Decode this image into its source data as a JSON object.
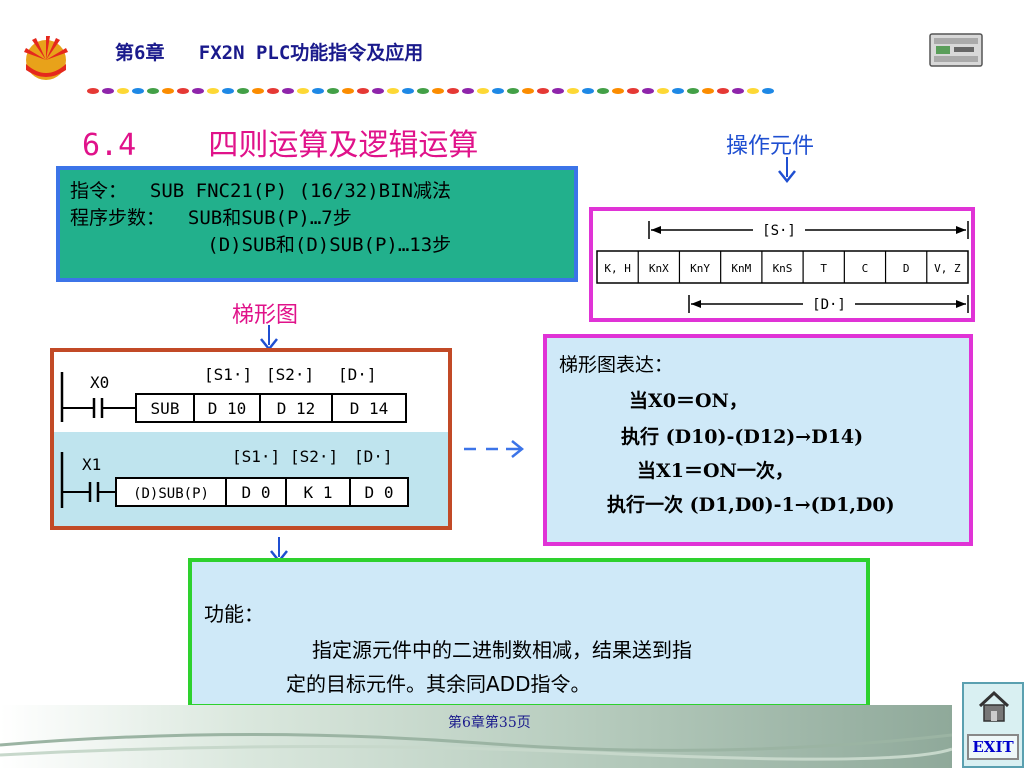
{
  "header": {
    "chapter_title": "第6章   FX2N PLC功能指令及应用"
  },
  "section": {
    "title": "6.4    四则运算及逻辑运算"
  },
  "instruction": {
    "line1": "指令：  SUB FNC21(P) (16/32)BIN减法",
    "line2": "程序步数：  SUB和SUB(P)…7步",
    "line3": "            (D)SUB和(D)SUB(P)…13步"
  },
  "operand": {
    "label": "操作元件",
    "s_range": "[S·]",
    "d_range": "[D·]",
    "cells": [
      "K, H",
      "KnX",
      "KnY",
      "KnM",
      "KnS",
      "T",
      "C",
      "D",
      "V, Z"
    ]
  },
  "ladder": {
    "label": "梯形图",
    "rung1": {
      "contact": "X0",
      "headers": [
        "[S1·]",
        "[S2·]",
        "[D·]"
      ],
      "cells": [
        "SUB",
        "D 10",
        "D 12",
        "D 14"
      ]
    },
    "rung2": {
      "contact": "X1",
      "headers": [
        "[S1·]",
        "[S2·]",
        "[D·]"
      ],
      "cells": [
        "(D)SUB(P)",
        "D 0",
        "K 1",
        "D 0"
      ]
    }
  },
  "expression": {
    "title": "梯形图表达：",
    "line1": "当X0＝ON，",
    "line2": "执行 (D10)-(D12)→D14)",
    "line3": "当X1＝ON一次，",
    "line4": "执行一次 (D1,D0)-1→(D1,D0)"
  },
  "function": {
    "title": "功能：",
    "line1": "指定源元件中的二进制数相减，结果送到指",
    "line2": "定的目标元件。其余同ADD指令。"
  },
  "footer": {
    "page_number": "第6章第35页",
    "exit_label": "EXIT"
  },
  "colors": {
    "title_magenta": "#e0128a",
    "header_navy": "#1a1a8c",
    "instr_green": "#22b08c",
    "box_blue": "#3c74e8",
    "box_magenta": "#e033d6",
    "box_brown": "#c24a26",
    "box_green": "#2ed12e",
    "panel_light_blue": "#cfe9f8"
  }
}
